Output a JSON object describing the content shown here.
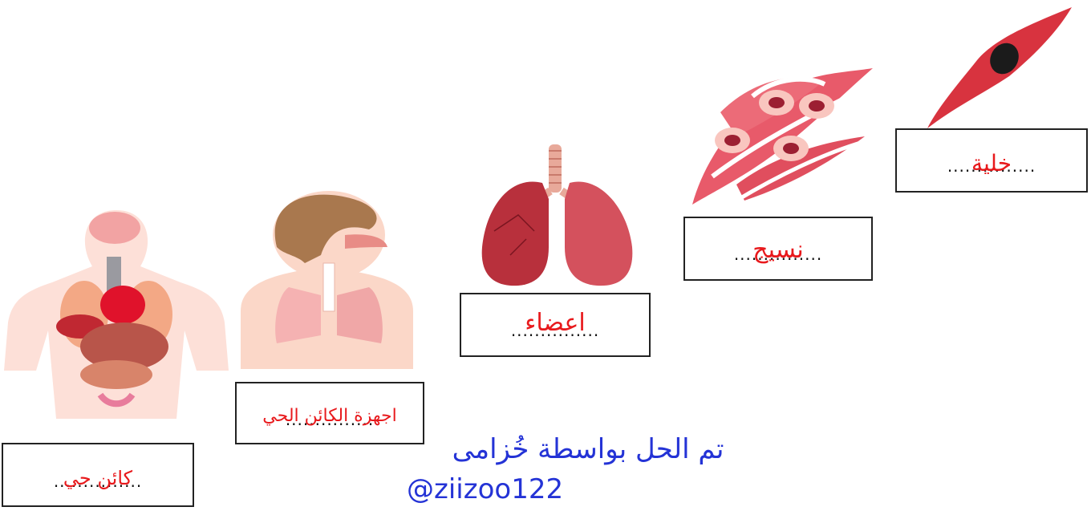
{
  "labels": {
    "cell": {
      "dots": "...............",
      "answer": "خلية"
    },
    "tissue": {
      "dots": "...............",
      "answer": "نسيج"
    },
    "organ": {
      "dots": "...............",
      "answer": "اعضاء"
    },
    "system": {
      "dots": "...............",
      "answer": "اجهزة الكائن الحي"
    },
    "organism": {
      "dots": "...............",
      "answer": "كائن حي"
    }
  },
  "credit": {
    "line1": "تم الحل بواسطة خُزامى",
    "line2": "@ziizoo122"
  },
  "colors": {
    "answer": "#e8191c",
    "credit": "#2433d6",
    "box_border": "#222222"
  },
  "icons": [
    "muscle-cell-icon",
    "tissue-icon",
    "lungs-icon",
    "respiratory-system-icon",
    "human-body-icon"
  ]
}
